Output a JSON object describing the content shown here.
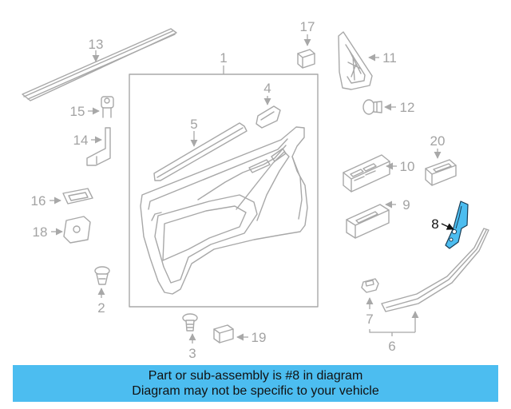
{
  "callouts": {
    "c1": "1",
    "c2": "2",
    "c3": "3",
    "c4": "4",
    "c5": "5",
    "c6": "6",
    "c7": "7",
    "c8": "8",
    "c9": "9",
    "c10": "10",
    "c11": "11",
    "c12": "12",
    "c13": "13",
    "c14": "14",
    "c15": "15",
    "c16": "16",
    "c17": "17",
    "c18": "18",
    "c19": "19",
    "c20": "20"
  },
  "highlighted_part": "8",
  "colors": {
    "highlight_part": "#4cbdf0",
    "banner_background": "#4cbdf0",
    "line_art": "#a8a8a8",
    "label_text": "#a3a3a3",
    "highlight_label": "#111111"
  },
  "banner": {
    "line1": "Part or sub-assembly is #8 in diagram",
    "line2": "Diagram may not be specific to your vehicle"
  }
}
